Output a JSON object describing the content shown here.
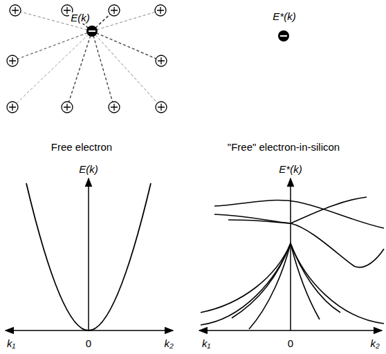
{
  "diagram": {
    "labels": [
      "E(k)",
      "E*(k)",
      "Free electron",
      "\"Free\" electron-in-silicon",
      "E(k)",
      "k₁",
      "0",
      "k₂",
      "E*(k)",
      "k₁",
      "0",
      "k₂"
    ]
  }
}
